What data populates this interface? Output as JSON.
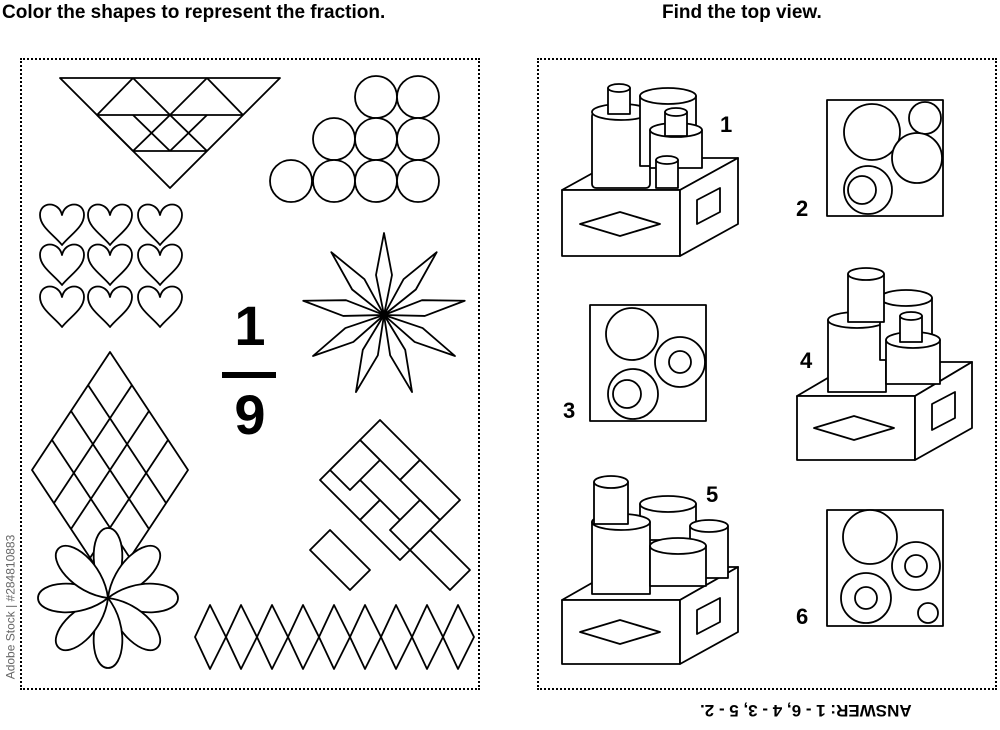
{
  "left_heading": "Color the shapes to represent the fraction.",
  "right_heading": "Find the top view.",
  "fraction": {
    "numerator": "1",
    "denominator": "9"
  },
  "labels": [
    "1",
    "2",
    "3",
    "4",
    "5",
    "6"
  ],
  "answer": "ANSWER: 1 - 6, 4 - 3, 5 - 2.",
  "watermark": "Adobe Stock | #284810883"
}
